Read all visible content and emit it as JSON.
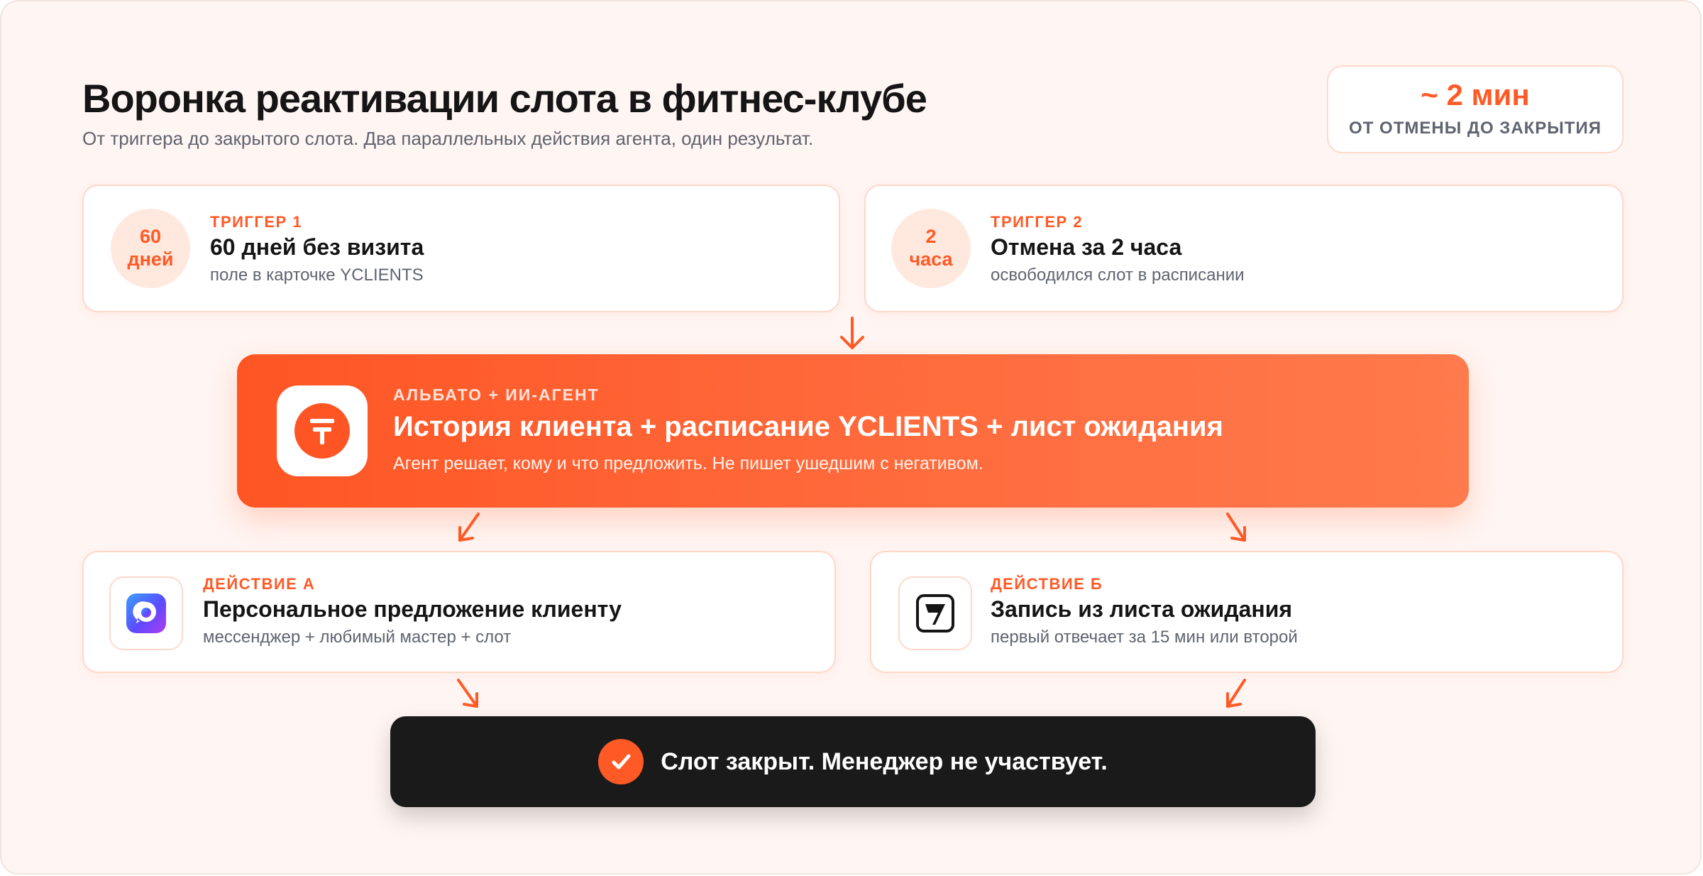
{
  "header": {
    "title": "Воронка реактивации слота в фитнес-клубе",
    "subtitle": "От триггера до закрытого слота. Два параллельных действия агента, один результат."
  },
  "metric": {
    "value": "~ 2 мин",
    "label": "ОТ ОТМЕНЫ ДО ЗАКРЫТИЯ"
  },
  "triggers": [
    {
      "badge_top": "60",
      "badge_bottom": "дней",
      "eyebrow": "ТРИГГЕР 1",
      "title": "60 дней без визита",
      "description": "поле в карточке YCLIENTS"
    },
    {
      "badge_top": "2",
      "badge_bottom": "часа",
      "eyebrow": "ТРИГГЕР 2",
      "title": "Отмена за 2 часа",
      "description": "освободился слот в расписании"
    }
  ],
  "agent": {
    "eyebrow": "АЛЬБАТО + ИИ-АГЕНТ",
    "title": "История клиента + расписание YCLIENTS + лист ожидания",
    "description": "Агент решает, кому и что предложить. Не пишет ушедшим с негативом."
  },
  "actions": [
    {
      "icon": "messenger-icon",
      "eyebrow": "ДЕЙСТВИЕ А",
      "title": "Персональное предложение клиенту",
      "description": "мессенджер + любимый мастер + слот"
    },
    {
      "icon": "yclients-icon",
      "eyebrow": "ДЕЙСТВИЕ Б",
      "title": "Запись из листа ожидания",
      "description": "первый отвечает за 15 мин или второй"
    }
  ],
  "result": {
    "icon": "check-icon",
    "text": "Слот закрыт. Менеджер не участвует."
  },
  "colors": {
    "accent": "#ff5a26",
    "background": "#fff5f2",
    "result_bg": "#1a1a1a"
  }
}
